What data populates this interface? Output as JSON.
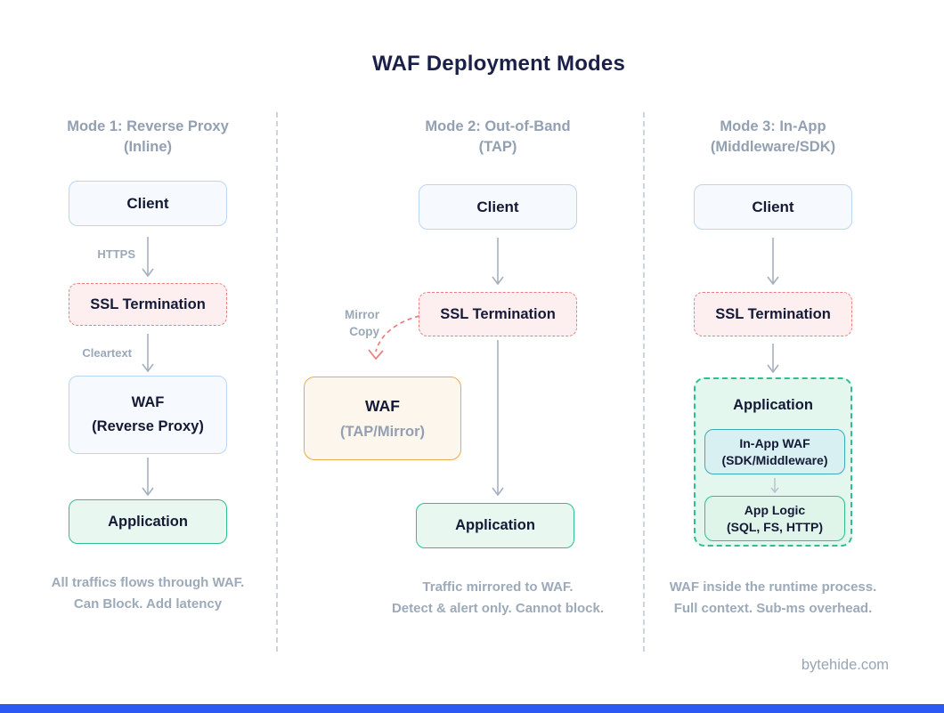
{
  "title": "WAF Deployment Modes",
  "footer": {
    "brand": "bytehide.com"
  },
  "colors": {
    "accent_bar": "#2c58f3",
    "node_border_blue": "#bdd5f3",
    "node_bg_blue": "#f6f9fd",
    "ssl_border_red": "#ee7e7e",
    "ssl_bg_pink": "#fdeff0",
    "green_border": "#2ebe8f",
    "green_bg": "#e8f8f1",
    "orange_border": "#edaa4b",
    "orange_bg": "#fdf6ec",
    "teal_border": "#3aacb9",
    "teal_bg": "#d9f0f3",
    "muted_text": "#93a0b2",
    "dark_text": "#1b2048",
    "arrow_gray": "#a5b0bf"
  },
  "columns": [
    {
      "header": "Mode 1: Reverse Proxy\n(Inline)",
      "nodes": {
        "client": "Client",
        "ssl": "SSL Termination",
        "waf_line1": "WAF",
        "waf_line2": "(Reverse Proxy)",
        "application": "Application"
      },
      "edge_labels": {
        "https": "HTTPS",
        "cleartext": "Cleartext"
      },
      "caption": "All traffics flows through WAF.\nCan Block. Add latency"
    },
    {
      "header": "Mode 2: Out-of-Band\n(TAP)",
      "nodes": {
        "client": "Client",
        "ssl": "SSL Termination",
        "waf_line1": "WAF",
        "waf_line2": "(TAP/Mirror)",
        "application": "Application"
      },
      "edge_labels": {
        "mirror": "Mirror\nCopy"
      },
      "caption": "Traffic mirrored to WAF.\nDetect & alert only. Cannot block."
    },
    {
      "header": "Mode 3: In-App\n(Middleware/SDK)",
      "nodes": {
        "client": "Client",
        "ssl": "SSL Termination",
        "application": "Application",
        "inapp_waf_line1": "In-App WAF",
        "inapp_waf_line2": "(SDK/Middleware)",
        "app_logic_line1": "App Logic",
        "app_logic_line2": "(SQL, FS, HTTP)"
      },
      "caption": "WAF inside the runtime process.\nFull context. Sub-ms overhead."
    }
  ]
}
